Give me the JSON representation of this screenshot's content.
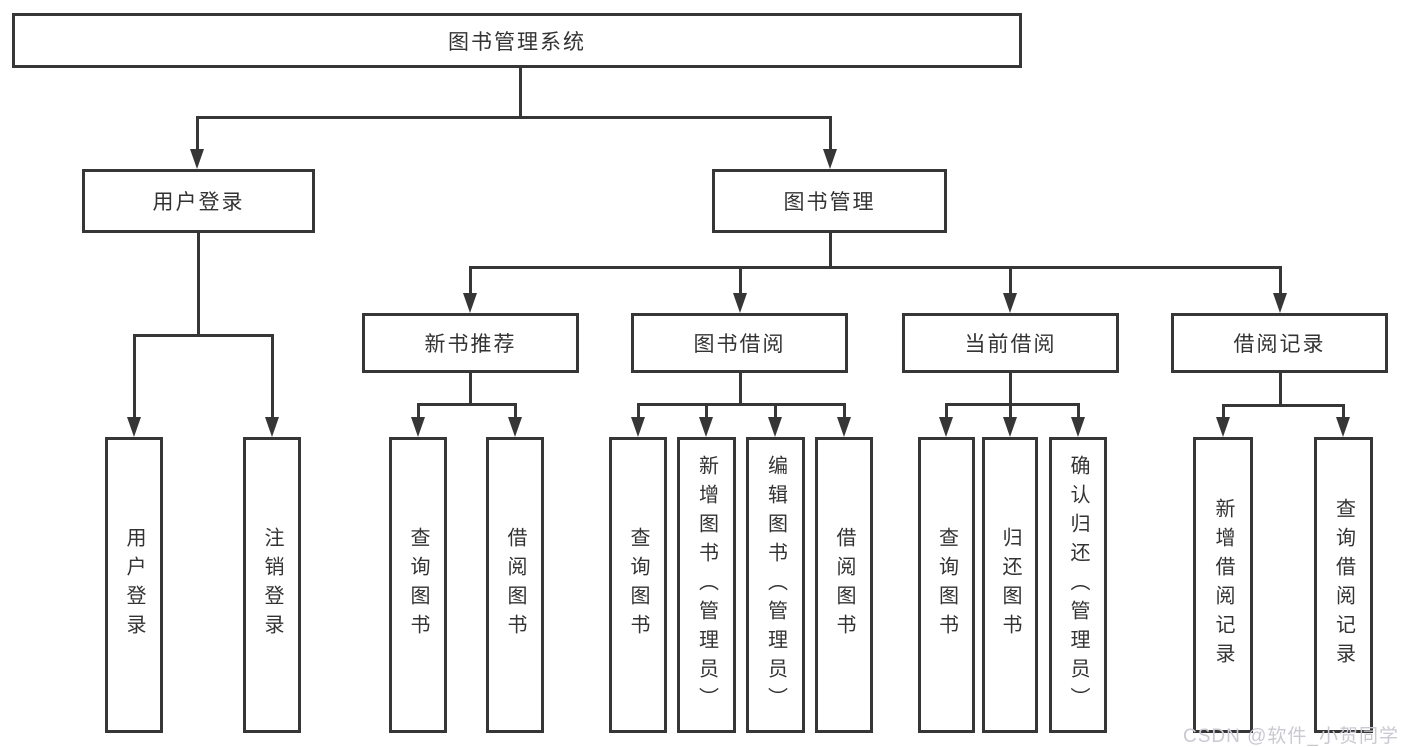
{
  "diagram": {
    "type": "tree",
    "root": {
      "label": "图书管理系统"
    },
    "user_login": {
      "label": "用户登录",
      "children": [
        {
          "label": "用户登录"
        },
        {
          "label": "注销登录"
        }
      ]
    },
    "book_mgmt": {
      "label": "图书管理",
      "sections": [
        {
          "label": "新书推荐",
          "children": [
            {
              "label": "查询图书"
            },
            {
              "label": "借阅图书"
            }
          ]
        },
        {
          "label": "图书借阅",
          "children": [
            {
              "label": "查询图书"
            },
            {
              "label": "新增图书（管理员）"
            },
            {
              "label": "编辑图书（管理员）"
            },
            {
              "label": "借阅图书"
            }
          ]
        },
        {
          "label": "当前借阅",
          "children": [
            {
              "label": "查询图书"
            },
            {
              "label": "归还图书"
            },
            {
              "label": "确认归还（管理员）"
            }
          ]
        },
        {
          "label": "借阅记录",
          "children": [
            {
              "label": "新增借阅记录"
            },
            {
              "label": "查询借阅记录"
            }
          ]
        }
      ]
    }
  },
  "watermark": {
    "text": "CSDN @软件_小贺同学"
  },
  "colors": {
    "line": "#363636",
    "text": "#333333",
    "background": "#ffffff",
    "watermark": "#c9c9d2"
  }
}
